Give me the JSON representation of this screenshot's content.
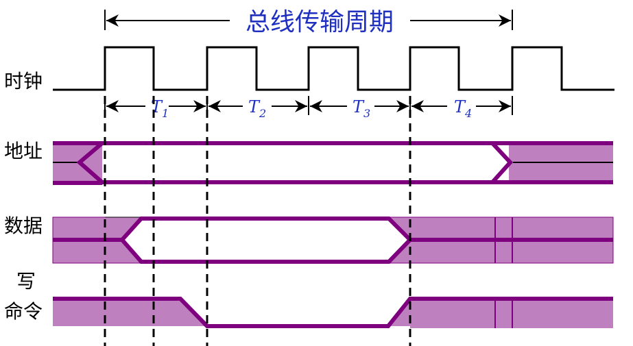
{
  "title": "总线传输周期",
  "signals": {
    "clock": "时钟",
    "address": "地址",
    "data": "数据",
    "write_cmd_line1": "写",
    "write_cmd_line2": "命令"
  },
  "periods": [
    {
      "letter": "T",
      "sub": "1"
    },
    {
      "letter": "T",
      "sub": "2"
    },
    {
      "letter": "T",
      "sub": "3"
    },
    {
      "letter": "T",
      "sub": "4"
    }
  ],
  "colors": {
    "signal": "#7f007f",
    "fill": "#bf80bf",
    "title": "#1f2fc0",
    "period_label": "#1f2fc0",
    "line": "#000000"
  }
}
